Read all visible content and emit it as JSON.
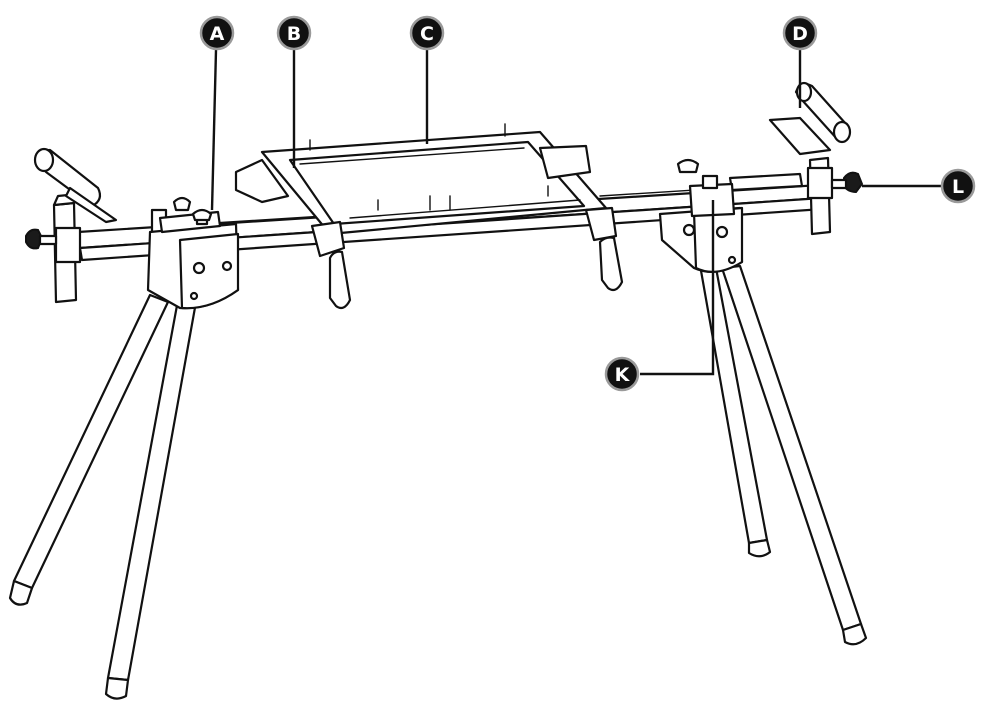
{
  "colors": {
    "line": "#111111",
    "badge_fill": "#111111",
    "badge_ring": "#9a9a9a",
    "badge_text": "#ffffff",
    "background": "#ffffff"
  },
  "labels": {
    "A": "A",
    "B": "B",
    "C": "C",
    "D": "D",
    "K": "K",
    "L": "L"
  }
}
